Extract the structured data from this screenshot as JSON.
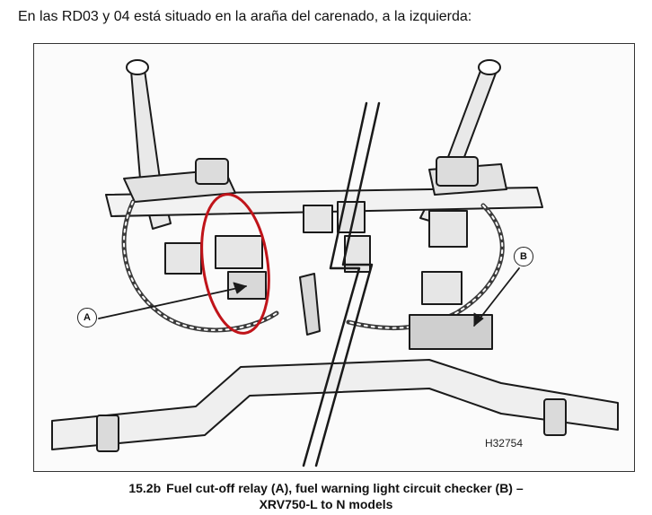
{
  "intro_text": "En las RD03 y 04 está situado en la araña del carenado, a la izquierda:",
  "figure": {
    "label_a": "A",
    "label_b": "B",
    "code": "H32754",
    "highlight_color": "#c0141a"
  },
  "caption": {
    "number": "15.2b",
    "line1": "Fuel cut-off relay (A), fuel warning light circuit checker (B) –",
    "line2": "XRV750-L to N models"
  }
}
